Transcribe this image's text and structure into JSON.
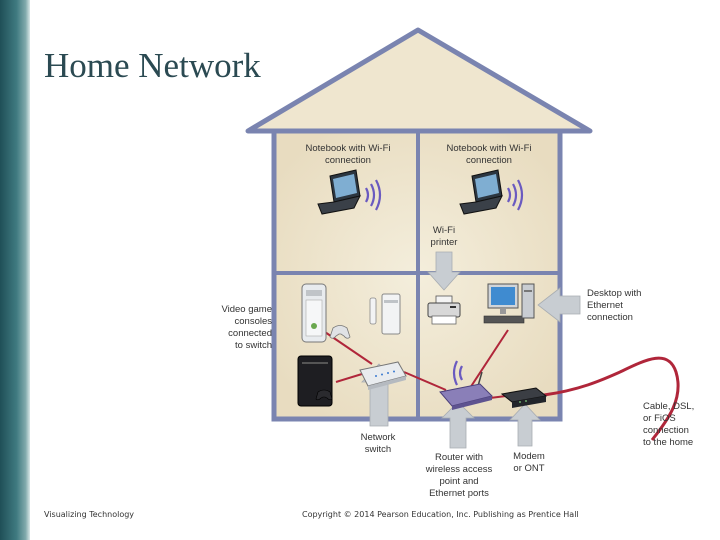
{
  "title": "Home Network",
  "footer": {
    "left": "Visualizing Technology",
    "right": "Copyright © 2014 Pearson Education, Inc. Publishing as Prentice Hall"
  },
  "labels": {
    "notebook_left": [
      "Notebook with Wi-Fi",
      "connection"
    ],
    "notebook_right": [
      "Notebook with Wi-Fi",
      "connection"
    ],
    "printer": [
      "Wi-Fi",
      "printer"
    ],
    "consoles": [
      "Video game",
      "consoles",
      "connected",
      "to switch"
    ],
    "desktop": [
      "Desktop with",
      "Ethernet",
      "connection"
    ],
    "switch": [
      "Network",
      "switch"
    ],
    "router": [
      "Router with",
      "wireless access",
      "point and",
      "Ethernet ports"
    ],
    "modem": [
      "Modem",
      "or ONT"
    ],
    "cable": [
      "Cable, DSL,",
      "or FiOS",
      "connection",
      "to the home"
    ]
  },
  "colors": {
    "house_fill": "#efe6cf",
    "house_outline": "#7a84b0",
    "cable": "#b0263a",
    "wifi": "#6a5ac0",
    "arrow": "#c8cdd2",
    "title": "#2b4a52"
  }
}
